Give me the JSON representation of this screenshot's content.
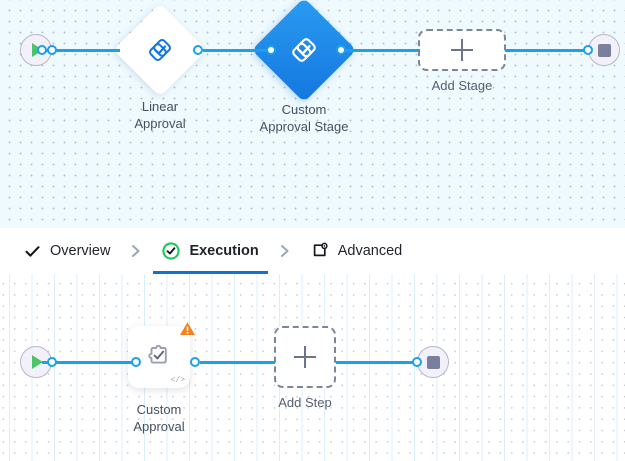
{
  "stage_canvas": {
    "name": "stage-flow-canvas",
    "background_color": "#effaff",
    "start_node": {
      "icon": "play-icon",
      "label": ""
    },
    "end_node": {
      "icon": "stop-icon",
      "label": ""
    },
    "nodes": [
      {
        "id": "linear-approval",
        "label": "Linear Approval",
        "icon": "approval-check-icon",
        "selected": false
      },
      {
        "id": "custom-approval-stage",
        "label": "Custom\nApproval Stage",
        "icon": "approval-check-icon",
        "selected": true
      }
    ],
    "add_node": {
      "label": "Add Stage",
      "icon": "plus-icon"
    }
  },
  "tabs": {
    "items": [
      {
        "id": "overview",
        "label": "Overview",
        "icon": "check-icon",
        "active": false
      },
      {
        "id": "execution",
        "label": "Execution",
        "icon": "check-circle-icon",
        "active": true
      },
      {
        "id": "advanced",
        "label": "Advanced",
        "icon": "settings-box-icon",
        "active": false
      }
    ],
    "separator_icon": "chevron-right-icon",
    "active_underline_color": "#1272d3",
    "active_check_color": "#20c55e"
  },
  "step_canvas": {
    "name": "step-flow-canvas",
    "background_color": "#ffffff",
    "start_node": {
      "icon": "play-icon",
      "label": ""
    },
    "end_node": {
      "icon": "stop-icon",
      "label": ""
    },
    "nodes": [
      {
        "id": "custom-approval",
        "label": "Custom\nApproval",
        "icon": "puzzle-check-icon",
        "warning_icon": "warning-triangle-icon",
        "code_badge": "</>"
      }
    ],
    "add_node": {
      "label": "Add Step",
      "icon": "plus-icon"
    }
  },
  "colors": {
    "edge": "#1ca0e8",
    "port_ring": "#1ca0e8",
    "selected_node": "#1477e0",
    "warning": "#f5821f",
    "play": "#4cc46a",
    "stop": "#7b7f9e"
  }
}
